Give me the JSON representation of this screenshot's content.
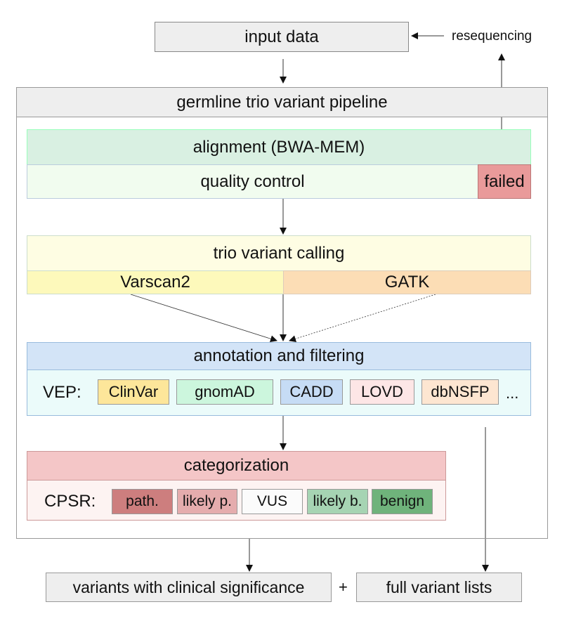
{
  "input_data": "input data",
  "resequencing": "resequencing",
  "pipeline_title": "germline trio variant pipeline",
  "alignment": "alignment (BWA-MEM)",
  "quality_control": "quality control",
  "failed": "failed",
  "trio_calling": "trio variant calling",
  "varscan": "Varscan2",
  "gatk": "GATK",
  "annotation": "annotation and filtering",
  "vep_label": "VEP:",
  "vep_sources": [
    "ClinVar",
    "gnomAD",
    "CADD",
    "LOVD",
    "dbNSFP"
  ],
  "vep_more": "...",
  "categorization": "categorization",
  "cpsr_label": "CPSR:",
  "categories": [
    "path.",
    "likely p.",
    "VUS",
    "likely b.",
    "benign"
  ],
  "output_clinical": "variants with clinical significance",
  "plus": "+",
  "output_full": "full variant lists",
  "colors": {
    "box_gray": "#eeeeee",
    "alignment_bg": "#d9f0e2",
    "qc_bg": "#f1fcef",
    "failed_bg": "#e99a9a",
    "calling_bg": "#fefde3",
    "varscan_bg": "#fdf9bb",
    "gatk_bg": "#fcddb5",
    "annotation_bg": "#d3e4f7",
    "vep_bg": "#ebfbfa",
    "clinvar_bg": "#fde69a",
    "gnomad_bg": "#ccf6dd",
    "cadd_bg": "#c6dcf5",
    "lovd_bg": "#fde6e6",
    "dbnsfp_bg": "#fde6d1",
    "categorization_bg": "#f4c6c7",
    "cpsr_bg": "#fdf3f2",
    "path_bg": "#cd7e7e",
    "likely_p_bg": "#e5acad",
    "vus_bg": "#fbfbfb",
    "likely_b_bg": "#a6d4b3",
    "benign_bg": "#6fb37b"
  }
}
